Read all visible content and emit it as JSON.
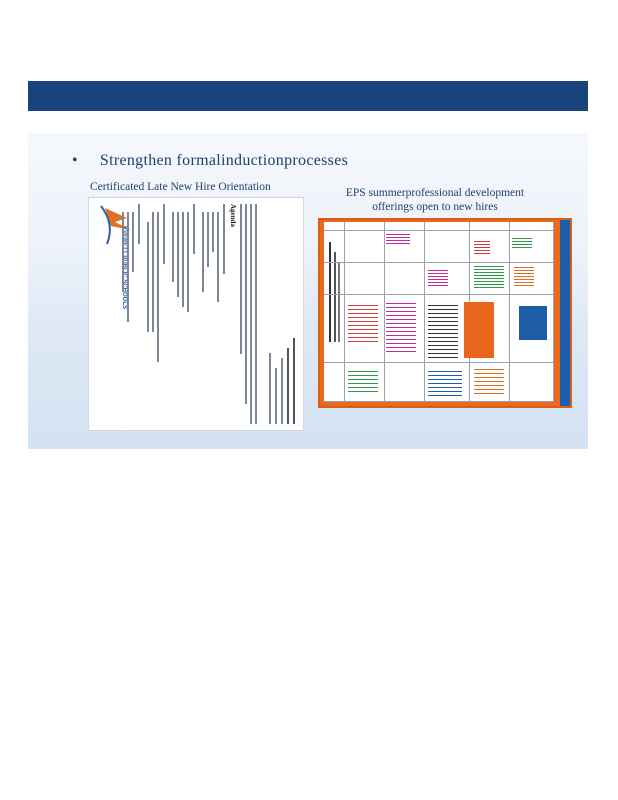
{
  "slide": {
    "bullet_symbol": "•",
    "bullet_text": "Strengthen    formalinductionprocesses"
  },
  "captions": {
    "left": "Certificated   Late New Hire Orientation",
    "right": "EPS summerprofessional    development offerings  open  to new  hires"
  },
  "document": {
    "logo_text": "EVERETT PUBLIC SCHOOLS",
    "heading": "Agenda"
  },
  "colors": {
    "banner": "#17437a",
    "text": "#1f3f6e",
    "calendar_border": "#e96a1f",
    "calendar_accent": "#1e5ea8"
  }
}
